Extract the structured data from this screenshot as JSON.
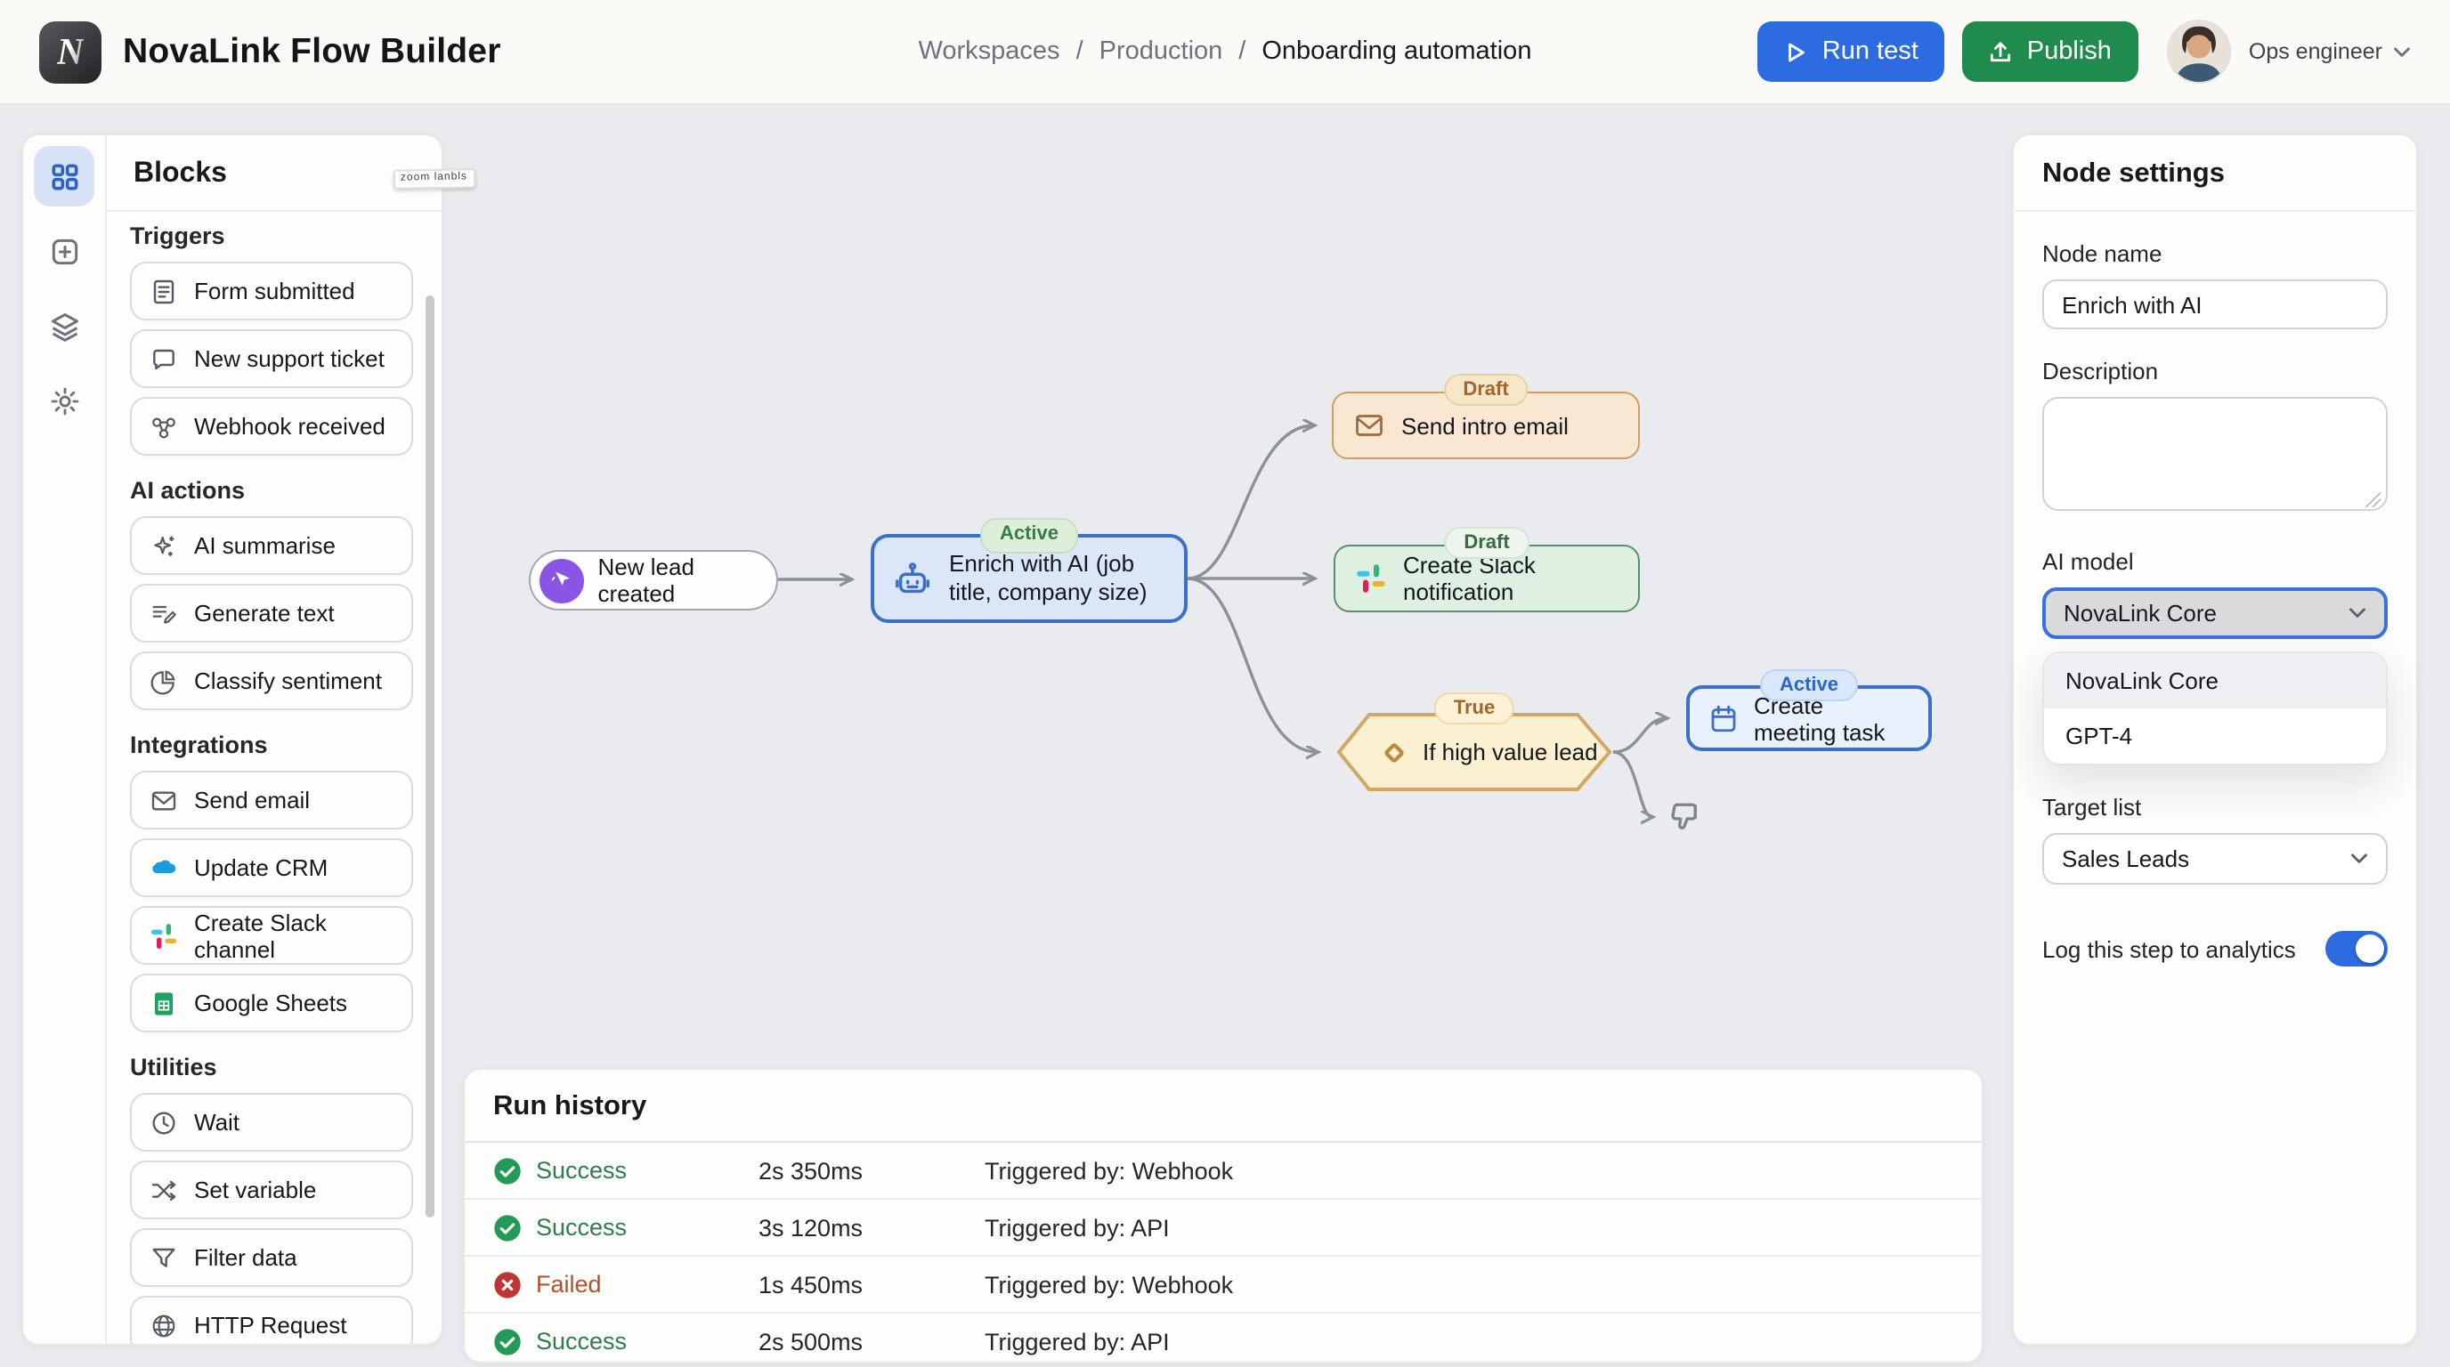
{
  "app": {
    "title": "NovaLink Flow Builder",
    "logo_letter": "N"
  },
  "header": {
    "breadcrumbs": [
      "Workspaces",
      "Production",
      "Onboarding automation"
    ],
    "run_test_label": "Run test",
    "publish_label": "Publish",
    "user_role": "Ops engineer"
  },
  "sidebar": {
    "title": "Blocks",
    "artifact_text": "zoom lanbls",
    "sections": [
      {
        "title": "Triggers",
        "items": [
          {
            "label": "Form submitted",
            "icon": "form"
          },
          {
            "label": "New support ticket",
            "icon": "ticket"
          },
          {
            "label": "Webhook received",
            "icon": "webhook"
          }
        ]
      },
      {
        "title": "AI actions",
        "items": [
          {
            "label": "AI summarise",
            "icon": "sparkles"
          },
          {
            "label": "Generate text",
            "icon": "generate"
          },
          {
            "label": "Classify sentiment",
            "icon": "pie"
          }
        ]
      },
      {
        "title": "Integrations",
        "items": [
          {
            "label": "Send email",
            "icon": "mail"
          },
          {
            "label": "Update CRM",
            "icon": "crm"
          },
          {
            "label": "Create Slack channel",
            "icon": "slack"
          },
          {
            "label": "Google Sheets",
            "icon": "sheets"
          }
        ]
      },
      {
        "title": "Utilities",
        "items": [
          {
            "label": "Wait",
            "icon": "clock"
          },
          {
            "label": "Set variable",
            "icon": "shuffle"
          },
          {
            "label": "Filter data",
            "icon": "funnel"
          },
          {
            "label": "HTTP Request",
            "icon": "globe"
          }
        ]
      }
    ]
  },
  "canvas": {
    "nodes": {
      "new_lead": {
        "label": "New lead created"
      },
      "enrich": {
        "label": "Enrich with AI (job title, company size)",
        "badge": "Active"
      },
      "email": {
        "label": "Send intro email",
        "badge": "Draft"
      },
      "slack": {
        "label": "Create Slack notification",
        "badge": "Draft"
      },
      "condition": {
        "label": "If high value lead",
        "badge": "True"
      },
      "meeting": {
        "label": "Create meeting task",
        "badge": "Active"
      }
    }
  },
  "run_history": {
    "title": "Run history",
    "rows": [
      {
        "status": "Success",
        "duration": "2s 350ms",
        "trigger": "Triggered by: Webhook"
      },
      {
        "status": "Success",
        "duration": "3s 120ms",
        "trigger": "Triggered by: API"
      },
      {
        "status": "Failed",
        "duration": "1s 450ms",
        "trigger": "Triggered by: Webhook"
      },
      {
        "status": "Success",
        "duration": "2s 500ms",
        "trigger": "Triggered by: API"
      }
    ]
  },
  "node_settings": {
    "title": "Node settings",
    "name_label": "Node name",
    "name_value": "Enrich with AI",
    "description_label": "Description",
    "description_value": "",
    "model_label": "AI model",
    "model_value": "NovaLink Core",
    "model_options": [
      "NovaLink Core",
      "GPT-4"
    ],
    "target_label": "Target list",
    "target_value": "Sales Leads",
    "toggle_label": "Log this step to analytics",
    "toggle_on": true
  },
  "colors": {
    "accent_blue": "#2d6ce0",
    "accent_green": "#1f8b4d",
    "success_text": "#2e7d4f",
    "failed_text": "#b2512e",
    "canvas_bg": "#e9ebee"
  }
}
